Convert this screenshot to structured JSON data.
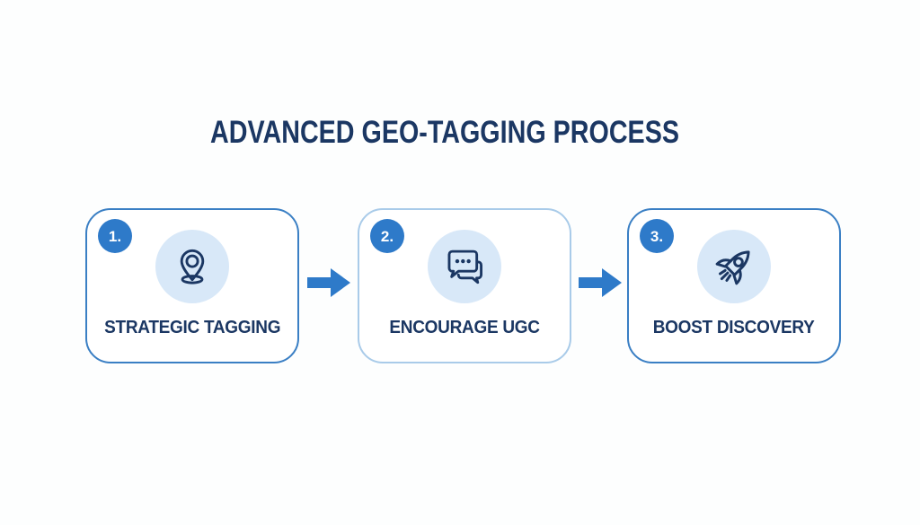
{
  "title": "ADVANCED GEO-TAGGING PROCESS",
  "steps": [
    {
      "number": "1.",
      "label": "STRATEGIC TAGGING",
      "icon": "location-pin-icon"
    },
    {
      "number": "2.",
      "label": "ENCOURAGE UGC",
      "icon": "chat-bubbles-icon"
    },
    {
      "number": "3.",
      "label": "BOOST DISCOVERY",
      "icon": "rocket-icon"
    }
  ],
  "colors": {
    "background": "#fdfefe",
    "card_bg": "#ffffff",
    "title_text": "#1b3763",
    "label_text": "#1b3763",
    "badge_bg": "#2e7ac9",
    "badge_text": "#ffffff",
    "card_border_strong": "#3a7fc4",
    "card_border_light": "#a9cbe9",
    "icon_circle_bg": "#d8e8f8",
    "icon_stroke": "#1b3763",
    "arrow": "#2e7ac9"
  }
}
